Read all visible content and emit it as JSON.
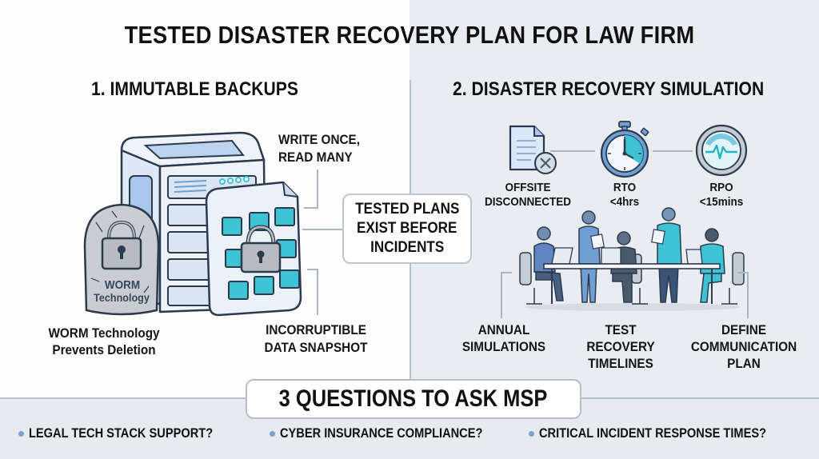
{
  "title": "TESTED DISASTER RECOVERY PLAN FOR LAW FIRM",
  "colors": {
    "accent_teal": "#3ec3d4",
    "accent_blue": "#6f9fd3",
    "outline": "#2d3a4d",
    "divider": "#b4bfcb",
    "bullet": "#7aa3cc"
  },
  "section1": {
    "heading": "1. IMMUTABLE BACKUPS",
    "labels": {
      "write_once": [
        "WRITE ONCE,",
        "READ MANY"
      ],
      "worm_tablet": [
        "WORM",
        "Technology"
      ],
      "worm_caption": [
        "WORM Technology",
        "Prevents Deletion"
      ],
      "incorruptible": [
        "INCORRUPTIBLE",
        "DATA SNAPSHOT"
      ]
    },
    "icons": [
      "server-icon",
      "stone-tablet-icon",
      "padlock-icon",
      "locked-data-file-icon"
    ]
  },
  "callout": [
    "TESTED PLANS",
    "EXIST BEFORE",
    "INCIDENTS"
  ],
  "section2": {
    "heading": "2. DISASTER RECOVERY SIMULATION",
    "metrics": [
      {
        "icon": "disconnected-document-icon",
        "label": [
          "OFFSITE",
          "DISCONNECTED"
        ]
      },
      {
        "icon": "stopwatch-icon",
        "label": [
          "RTO",
          "<4hrs"
        ]
      },
      {
        "icon": "pulse-gauge-icon",
        "label": [
          "RPO",
          "<15mins"
        ]
      }
    ],
    "illustration": "team-meeting-icon",
    "steps": [
      [
        "ANNUAL",
        "SIMULATIONS"
      ],
      [
        "TEST",
        "RECOVERY",
        "TIMELINES"
      ],
      [
        "DEFINE",
        "COMMUNICATION",
        "PLAN"
      ]
    ]
  },
  "questions": {
    "heading": "3 QUESTIONS TO ASK MSP",
    "items": [
      "LEGAL TECH STACK SUPPORT?",
      "CYBER INSURANCE COMPLIANCE?",
      "CRITICAL INCIDENT RESPONSE TIMES?"
    ]
  }
}
